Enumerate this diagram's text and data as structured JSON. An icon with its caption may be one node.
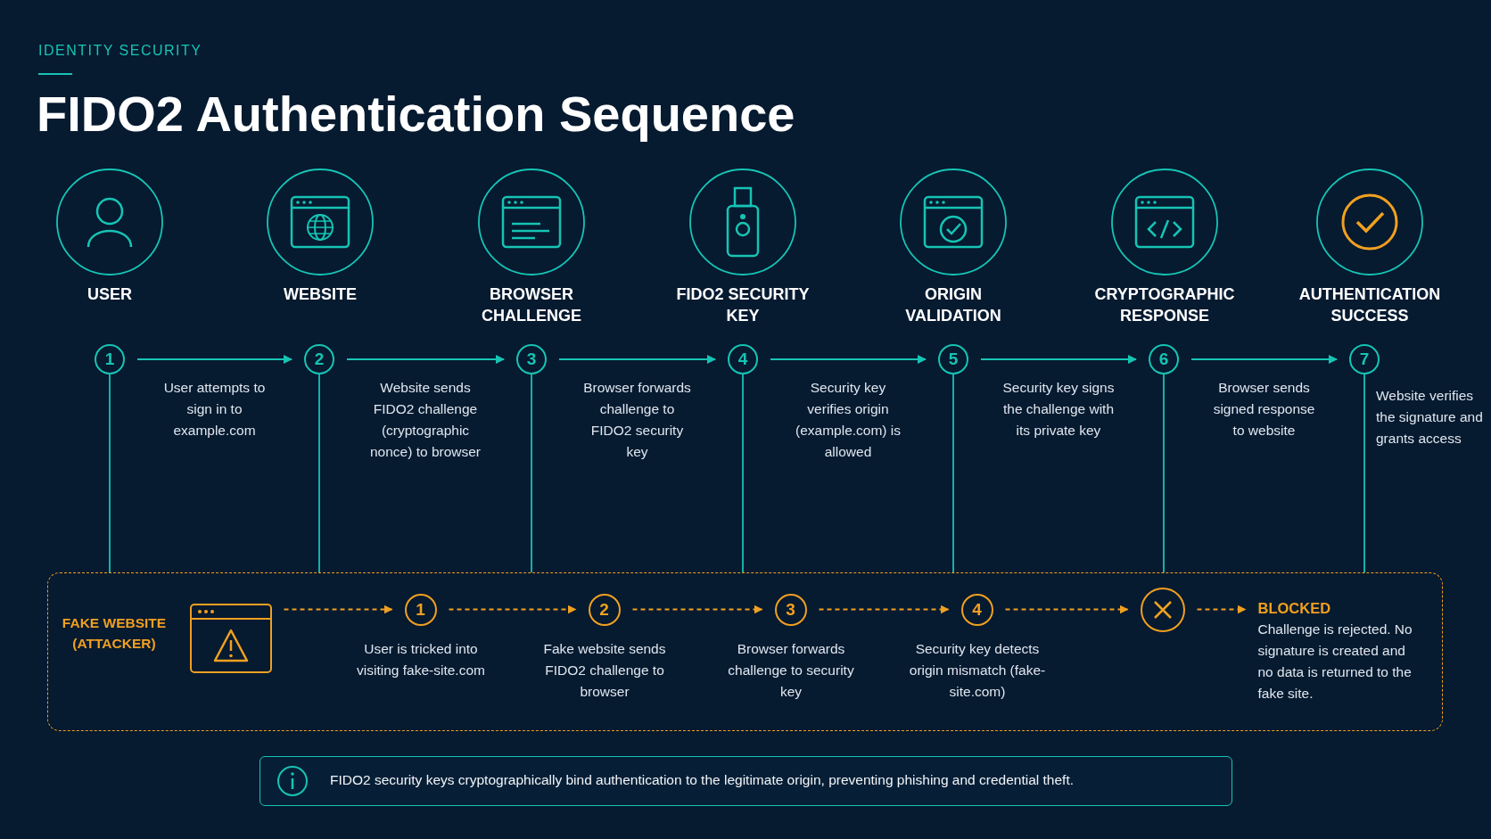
{
  "diagram": {
    "title": "FIDO2 Authentication Sequence",
    "nodes": [
      {
        "text": [
          "USER"
        ]
      },
      {
        "text": [
          "WEBSITE"
        ]
      },
      {
        "text": [
          "BROWSER CHALLENGE"
        ]
      },
      {
        "text": [
          "FIDO2 SECURITY KEY"
        ]
      },
      {
        "text": [
          "ORIGIN VALIDATION"
        ]
      },
      {
        "text": [
          "CRYPTOGRAPHIC RESPONSE"
        ]
      },
      {
        "text": [
          "AUTHENTICATION SUCCESS"
        ]
      },
      {
        "text": [
          "1"
        ]
      },
      {
        "text": [
          "2"
        ]
      },
      {
        "text": [
          "3"
        ]
      },
      {
        "text": [
          "4"
        ]
      },
      {
        "text": [
          "5"
        ]
      },
      {
        "text": [
          "6"
        ]
      },
      {
        "text": [
          "7"
        ],
        "beside": [
          "Website verifies the signature and grants access"
        ]
      },
      {
        "text": [
          "FAKE WEBSITE (ATTACKER)"
        ]
      },
      {
        "text": [],
        "shape": "box",
        "in": 14
      },
      {
        "text": [
          "1"
        ],
        "in": 14,
        "beside": [
          "User is tricked into visiting fake-site.com"
        ]
      },
      {
        "text": [
          "2"
        ],
        "in": 14,
        "beside": [
          "Fake website sends FIDO2 challenge to browser"
        ]
      },
      {
        "text": [
          "3"
        ],
        "in": 14,
        "beside": [
          "Browser forwards challenge to security key"
        ]
      },
      {
        "text": [
          "4"
        ],
        "in": 14,
        "beside": [
          "Security key detects origin mismatch (fake-site.com)"
        ]
      },
      {
        "text": [],
        "shape": "circle",
        "in": 14
      },
      {
        "text": [
          "BLOCKED",
          "Challenge is rejected. No signature is created and no data is returned to the fake site."
        ],
        "in": 14
      },
      {
        "text": [
          "FIDO2 security keys cryptographically bind authentication to the legitimate origin, preventing phishing and credential theft."
        ]
      }
    ],
    "edges": [
      {
        "from": 7,
        "to": 8,
        "arrow": "to",
        "label": "User attempts to sign in to example.com"
      },
      {
        "from": 8,
        "to": 9,
        "arrow": "to",
        "label": "Website sends FIDO2 challenge (cryptographic nonce) to browser"
      },
      {
        "from": 9,
        "to": 10,
        "arrow": "to",
        "label": "Browser forwards challenge to FIDO2 security key"
      },
      {
        "from": 10,
        "to": 11,
        "arrow": "to",
        "label": "Security key verifies origin (example.com) is allowed"
      },
      {
        "from": 11,
        "to": 12,
        "arrow": "to",
        "label": "Security key signs the challenge with its private key"
      },
      {
        "from": 12,
        "to": 13,
        "arrow": "to",
        "label": "Browser sends signed response to website"
      },
      {
        "from": 7,
        "to": 14,
        "arrow": "none"
      },
      {
        "from": 8,
        "to": 14,
        "arrow": "none"
      },
      {
        "from": 9,
        "to": 14,
        "arrow": "none"
      },
      {
        "from": 10,
        "to": 14,
        "arrow": "none"
      },
      {
        "from": 11,
        "to": 14,
        "arrow": "none"
      },
      {
        "from": 12,
        "to": 14,
        "arrow": "none"
      },
      {
        "from": 13,
        "to": 14,
        "arrow": "none"
      },
      {
        "from": 15,
        "to": 16,
        "arrow": "to",
        "style": "dashed",
        "color": "#f0a020"
      },
      {
        "from": 16,
        "to": 17,
        "arrow": "to",
        "style": "dashed",
        "color": "#f0a020"
      },
      {
        "from": 17,
        "to": 18,
        "arrow": "to",
        "style": "dashed",
        "color": "#f0a020"
      },
      {
        "from": 18,
        "to": 19,
        "arrow": "to",
        "style": "dashed",
        "color": "#f0a020"
      },
      {
        "from": 19,
        "to": 20,
        "arrow": "to",
        "style": "dashed",
        "color": "#f0a020"
      },
      {
        "from": 20,
        "to": 21,
        "arrow": "to",
        "style": "dashed",
        "color": "#f0a020"
      }
    ],
    "labels": [
      "IDENTITY SECURITY"
    ]
  }
}
